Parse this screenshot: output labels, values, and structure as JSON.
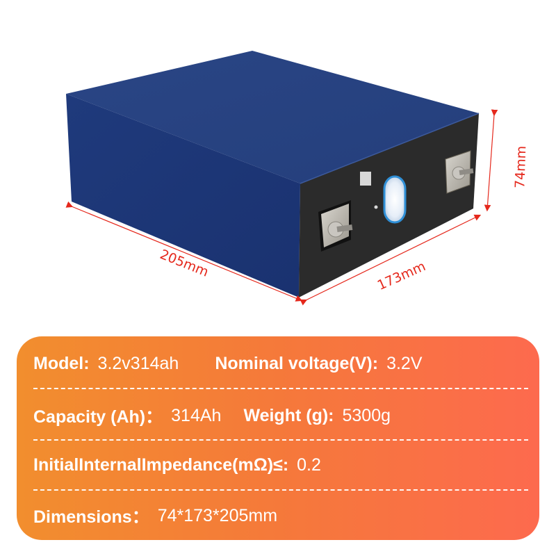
{
  "product_image": {
    "subject": "LiFePO4 prismatic battery cell",
    "body_color": "#1f3a7a",
    "end_face_color": "#2a2a2a",
    "dimension_color": "#e5281c",
    "dimensions": {
      "length_label": "205mm",
      "width_label": "173mm",
      "height_label": "74mm"
    }
  },
  "specs": {
    "background_gradient": [
      "#f28e2e",
      "#fd6a4e"
    ],
    "rows": [
      {
        "items": [
          {
            "label": "Model:",
            "value": "3.2v314ah"
          },
          {
            "label": "Nominal voltage(V):",
            "value": "3.2V"
          }
        ]
      },
      {
        "items": [
          {
            "label": "Capacity (Ah)：",
            "value": "314Ah"
          },
          {
            "label": "Weight (g):",
            "value": "5300g"
          }
        ]
      },
      {
        "items": [
          {
            "label": "InitialInternalImpedance(mΩ)≤:",
            "value": "0.2"
          }
        ]
      },
      {
        "items": [
          {
            "label": "Dimensions：",
            "value": "74*173*205mm"
          }
        ]
      }
    ]
  }
}
